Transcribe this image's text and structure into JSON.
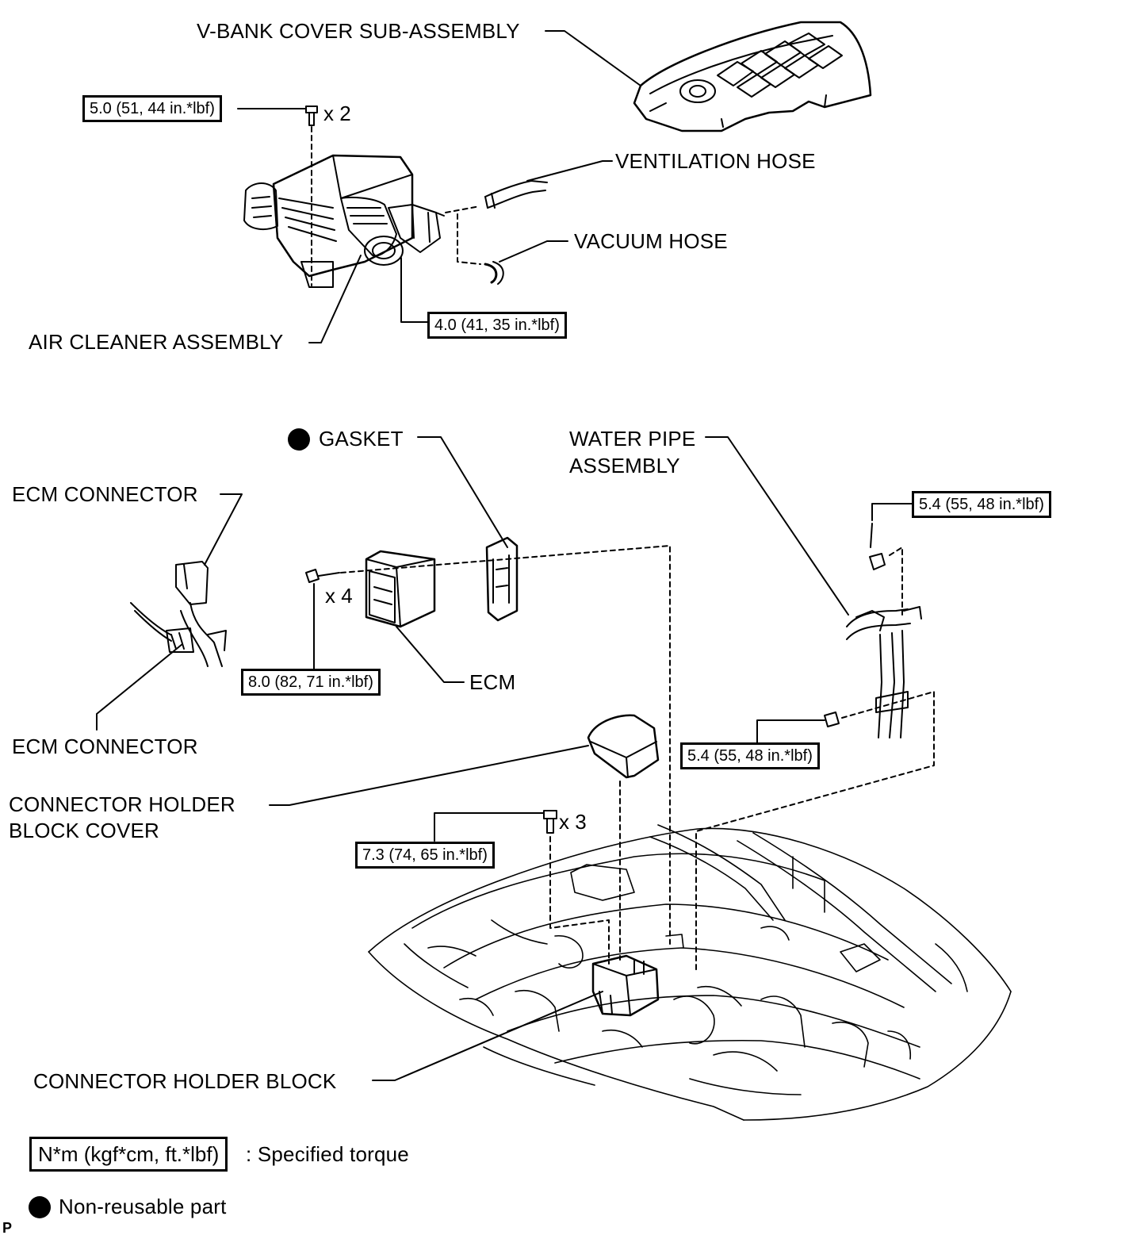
{
  "labels": {
    "vbank_cover": "V-BANK COVER SUB-ASSEMBLY",
    "ventilation_hose": "VENTILATION HOSE",
    "vacuum_hose": "VACUUM HOSE",
    "air_cleaner": "AIR CLEANER ASSEMBLY",
    "gasket": "GASKET",
    "water_pipe_1": "WATER PIPE",
    "water_pipe_2": "ASSEMBLY",
    "ecm_connector_top": "ECM CONNECTOR",
    "ecm_connector_bottom": "ECM CONNECTOR",
    "ecm": "ECM",
    "holder_cover_1": "CONNECTOR HOLDER",
    "holder_cover_2": "BLOCK COVER",
    "holder_block": "CONNECTOR HOLDER BLOCK"
  },
  "torques": {
    "air_cleaner_bolt": "5.0 (51, 44 in.*lbf)",
    "hose_clamp": "4.0 (41, 35 in.*lbf)",
    "ecm_bolt": "8.0 (82, 71 in.*lbf)",
    "water_pipe_upper": "5.4 (55, 48 in.*lbf)",
    "water_pipe_lower": "5.4 (55, 48 in.*lbf)",
    "holder_bolt": "7.3 (74, 65 in.*lbf)"
  },
  "quantities": {
    "air_cleaner_bolt": "x 2",
    "ecm_bolt": "x 4",
    "holder_bolt": "x 3"
  },
  "legend": {
    "torque_unit": "N*m (kgf*cm, ft.*lbf)",
    "torque_desc": ": Specified torque",
    "nonreusable_desc": "Non-reusable part"
  },
  "corner_mark": "P"
}
